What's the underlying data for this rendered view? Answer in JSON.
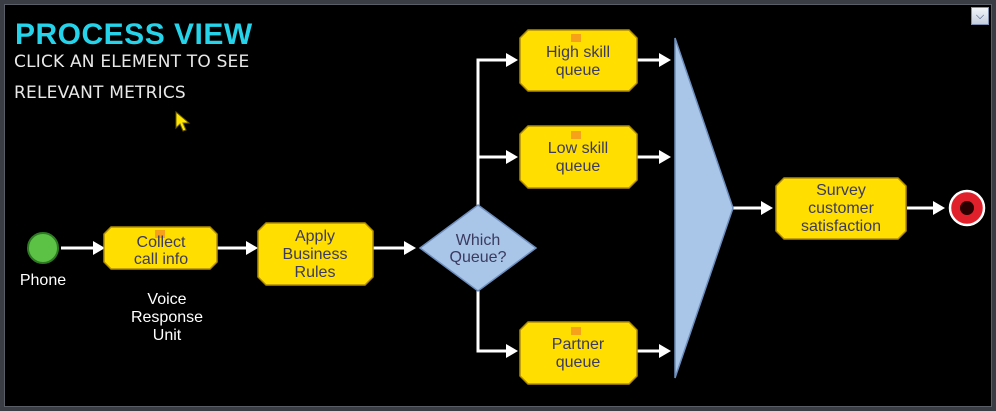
{
  "header": {
    "title": "PROCESS VIEW",
    "subtitle_line1": "CLICK AN ELEMENT TO SEE",
    "subtitle_line2": "RELEVANT METRICS"
  },
  "controls": {
    "dropdown_icon": "chevron-down-icon"
  },
  "diagram": {
    "start": {
      "label": "Phone"
    },
    "collect": {
      "lines": [
        "Collect",
        "call info"
      ]
    },
    "vru_label": {
      "lines": [
        "Voice",
        "Response",
        "Unit"
      ]
    },
    "rules": {
      "lines": [
        "Apply",
        "Business",
        "Rules"
      ]
    },
    "decision": {
      "lines": [
        "Which",
        "Queue?"
      ]
    },
    "high_queue": {
      "lines": [
        "High skill",
        "queue"
      ]
    },
    "low_queue": {
      "lines": [
        "Low skill",
        "queue"
      ]
    },
    "partner_queue": {
      "lines": [
        "Partner",
        "queue"
      ]
    },
    "survey": {
      "lines": [
        "Survey",
        "customer",
        "satisfaction"
      ]
    }
  },
  "colors": {
    "title": "#25d4ea",
    "node_fill": "#ffde00",
    "node_text": "#3b3b60",
    "decision_fill": "#a9c5e8",
    "start_fill": "#5bc246",
    "end_fill": "#e0202a",
    "background": "#000000"
  }
}
